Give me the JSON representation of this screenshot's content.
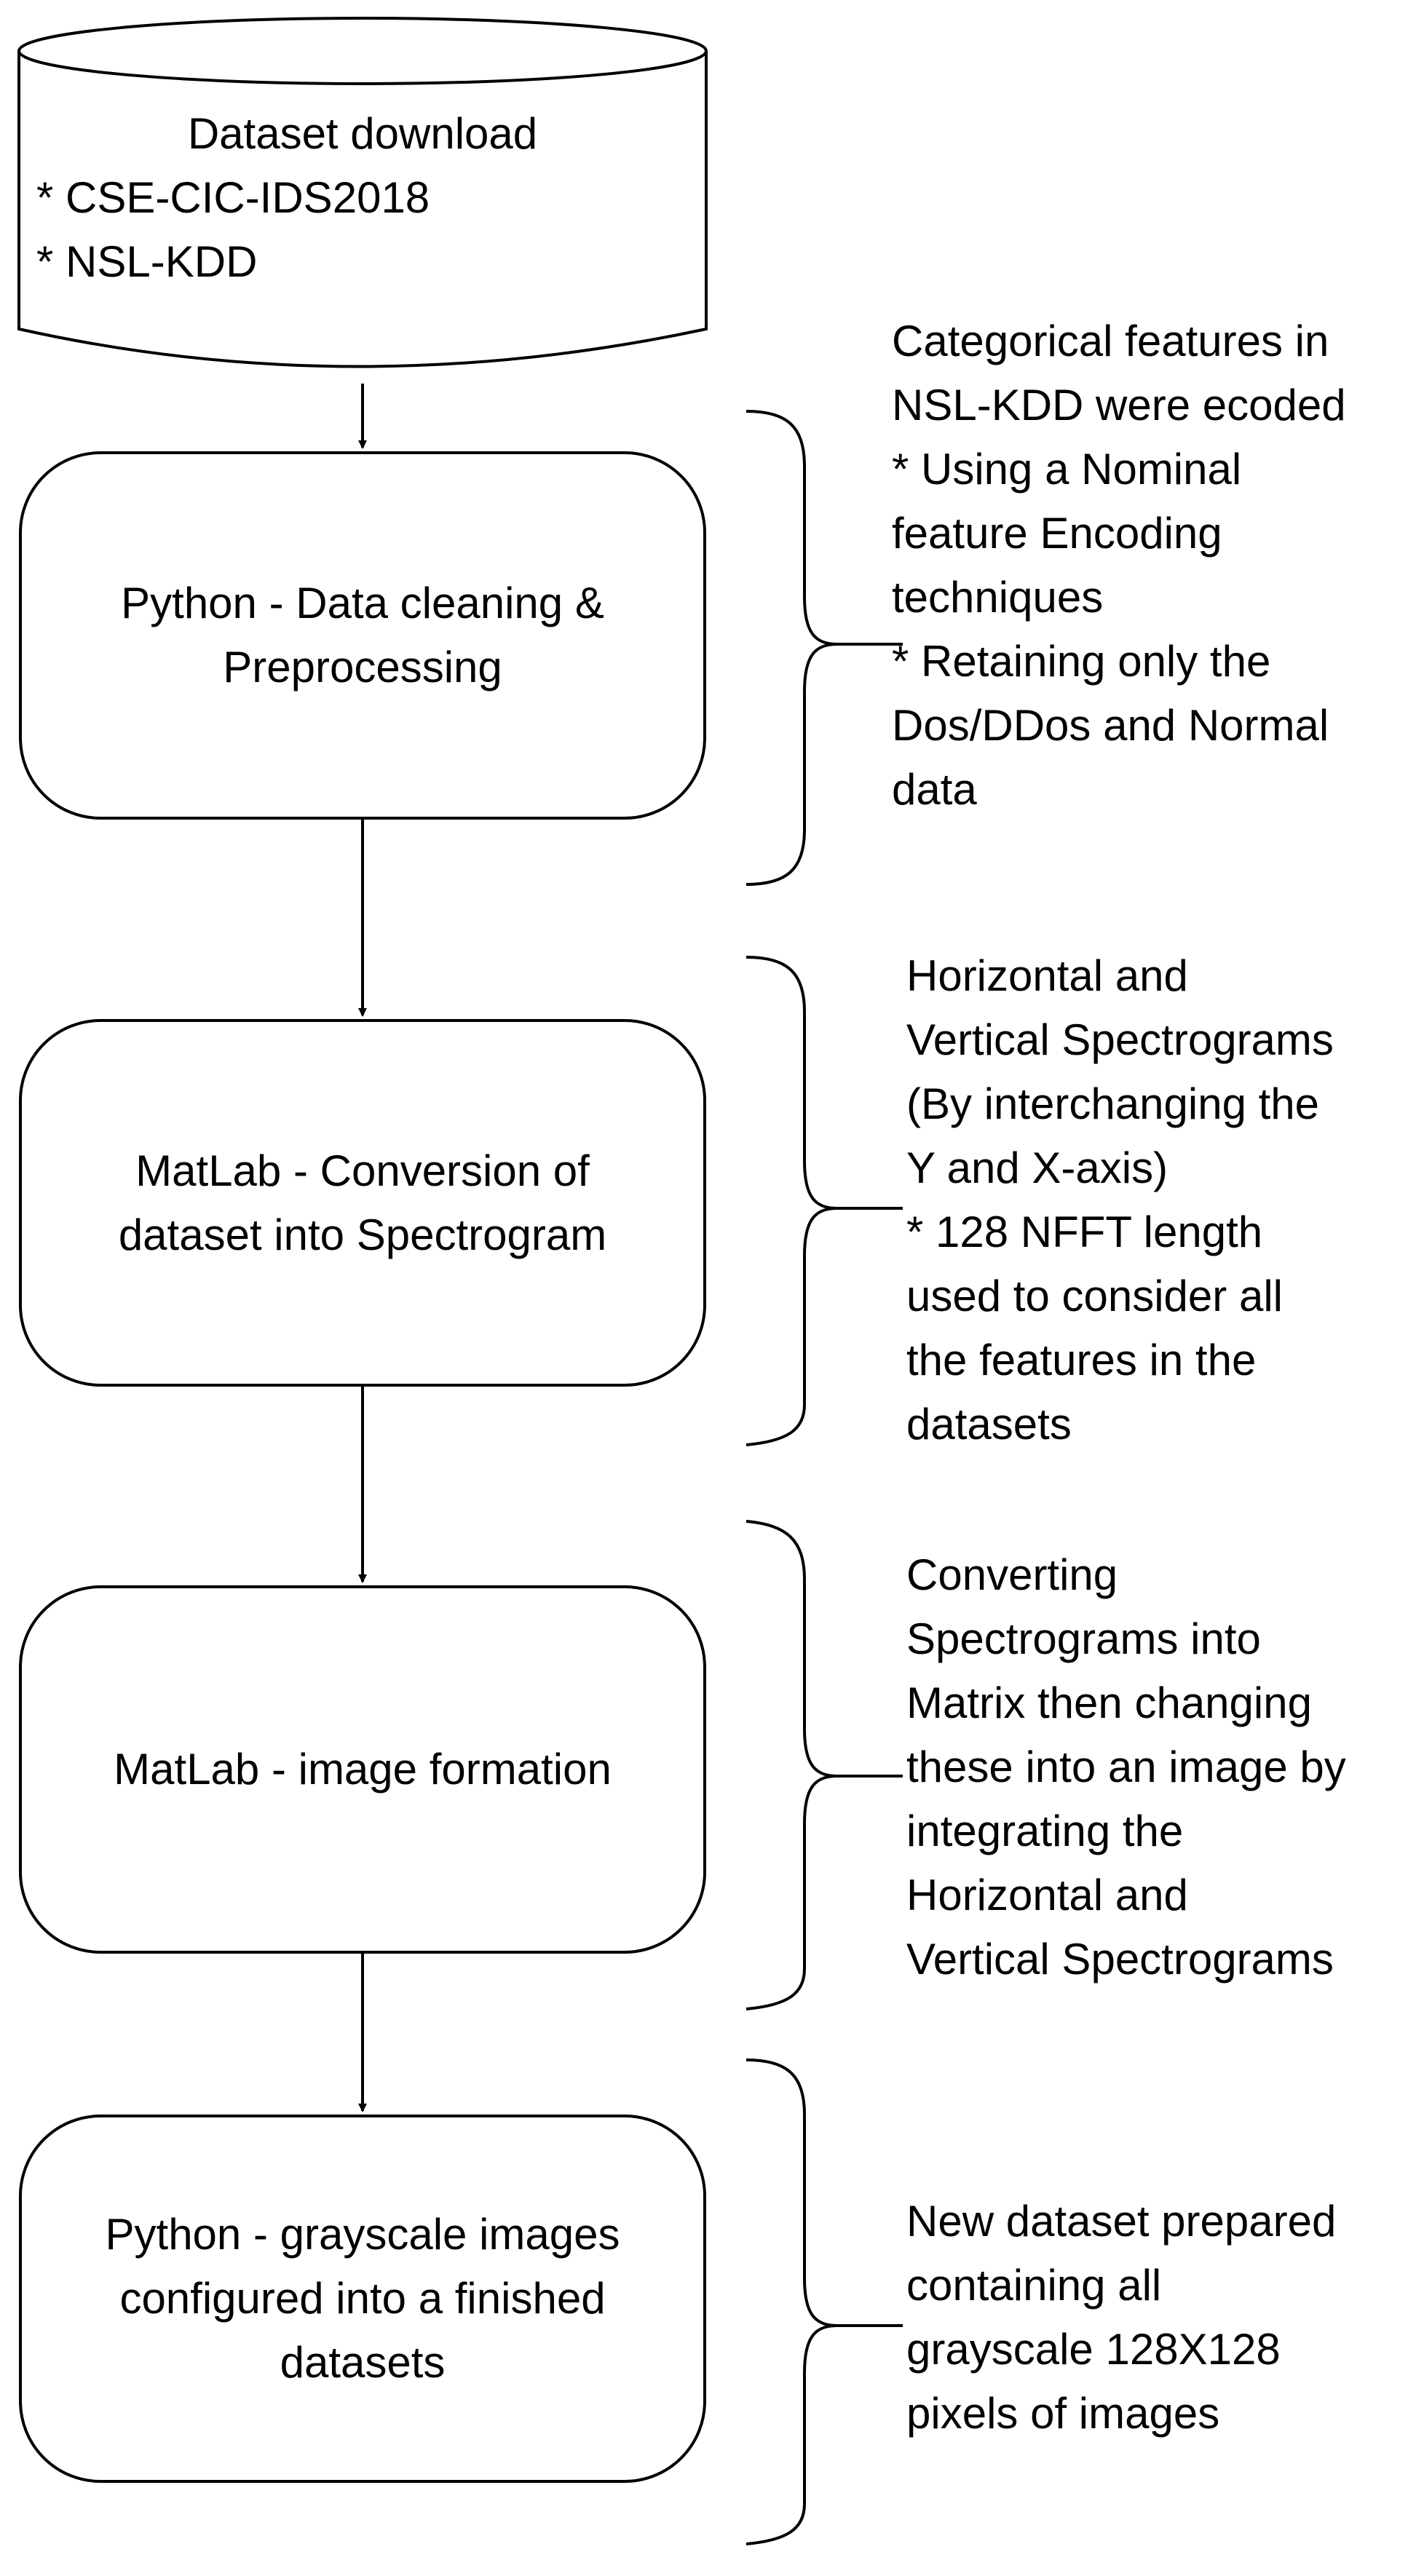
{
  "database": {
    "title": "Dataset download",
    "items": [
      "* CSE-CIC-IDS2018",
      "* NSL-KDD"
    ]
  },
  "steps": [
    {
      "lines": [
        "Python - Data cleaning &",
        "Preprocessing"
      ],
      "note": [
        "Categorical features in",
        "NSL-KDD were ecoded",
        "* Using a Nominal",
        "feature Encoding",
        "techniques",
        "* Retaining only the",
        "Dos/DDos and Normal",
        "data"
      ]
    },
    {
      "lines": [
        "MatLab - Conversion of",
        "dataset into Spectrogram"
      ],
      "note": [
        "Horizontal and",
        "Vertical Spectrograms",
        "(By interchanging the",
        "Y and X-axis)",
        "* 128 NFFT length",
        "used to consider all",
        "the features in the",
        "datasets"
      ]
    },
    {
      "lines": [
        "MatLab - image formation"
      ],
      "note": [
        "Converting",
        "Spectrograms into",
        "Matrix then changing",
        "these into an image by",
        "integrating the",
        "Horizontal and",
        "Vertical Spectrograms"
      ]
    },
    {
      "lines": [
        "Python - grayscale images",
        "configured into a finished",
        "datasets"
      ],
      "note": [
        "New dataset prepared",
        "containing all",
        "grayscale 128X128",
        "pixels of images"
      ]
    }
  ]
}
